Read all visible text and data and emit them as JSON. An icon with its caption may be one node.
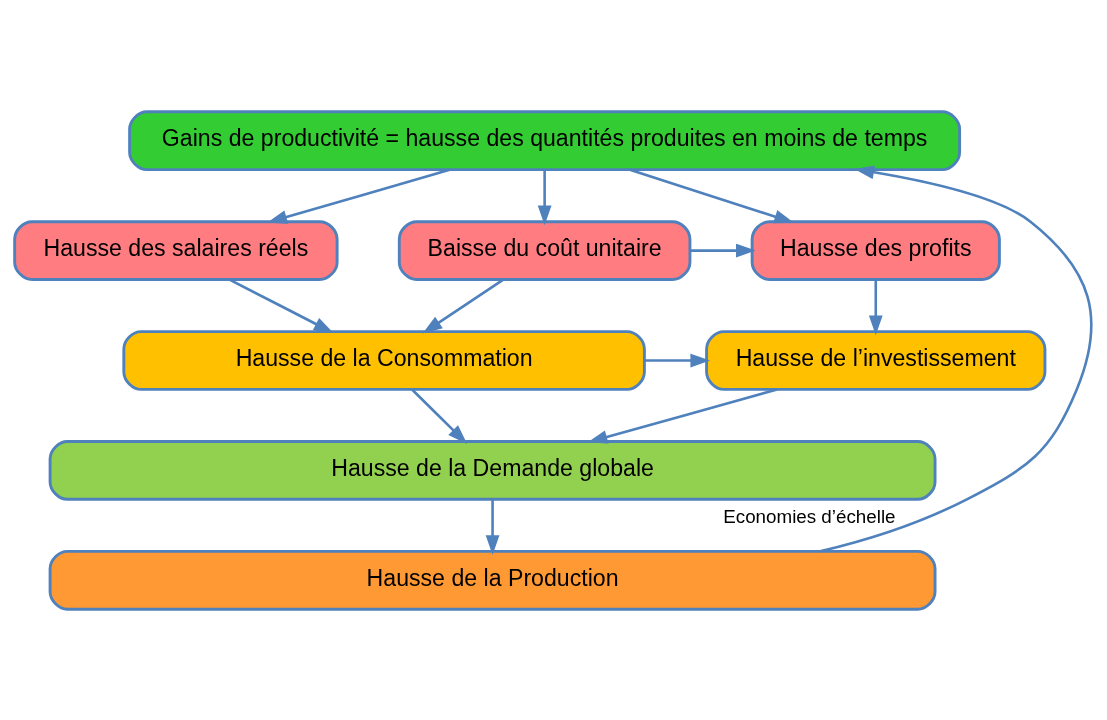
{
  "diagram": {
    "nodes": [
      {
        "text": [
          "Gains de productivité = hausse des quantités produites en moins de temps"
        ]
      },
      {
        "text": [
          "Hausse des salaires réels"
        ]
      },
      {
        "text": [
          "Baisse du coût unitaire"
        ]
      },
      {
        "text": [
          "Hausse des profits"
        ]
      },
      {
        "text": [
          "Hausse de la Consommation"
        ]
      },
      {
        "text": [
          "Hausse de l’investissement"
        ]
      },
      {
        "text": [
          "Hausse de la Demande globale"
        ]
      },
      {
        "text": [
          "Hausse de la Production"
        ]
      }
    ],
    "edges": [
      {
        "from": 0,
        "to": 1,
        "arrow": "to"
      },
      {
        "from": 0,
        "to": 2,
        "arrow": "to"
      },
      {
        "from": 0,
        "to": 3,
        "arrow": "to"
      },
      {
        "from": 2,
        "to": 3,
        "arrow": "to"
      },
      {
        "from": 1,
        "to": 4,
        "arrow": "to"
      },
      {
        "from": 2,
        "to": 4,
        "arrow": "to"
      },
      {
        "from": 3,
        "to": 5,
        "arrow": "to"
      },
      {
        "from": 4,
        "to": 5,
        "arrow": "to"
      },
      {
        "from": 4,
        "to": 6,
        "arrow": "to"
      },
      {
        "from": 5,
        "to": 6,
        "arrow": "to"
      },
      {
        "from": 6,
        "to": 7,
        "arrow": "to"
      },
      {
        "from": 7,
        "to": 0,
        "arrow": "to",
        "label": "Economies d’échelle"
      }
    ]
  }
}
